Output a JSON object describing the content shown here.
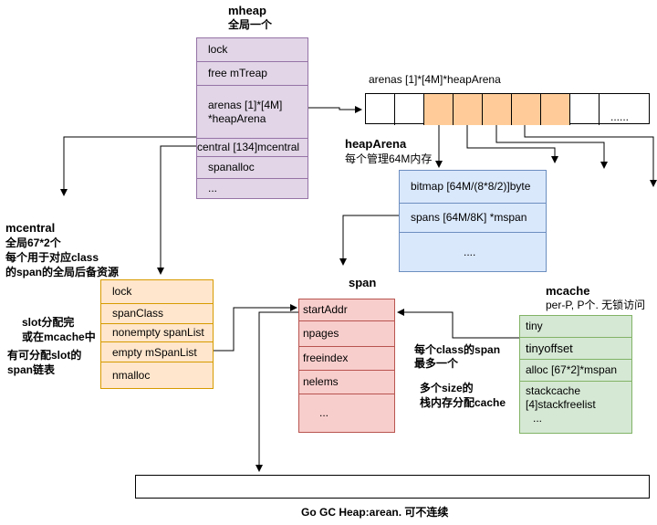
{
  "mheap": {
    "title": "mheap",
    "subtitle": "全局一个",
    "rows": [
      "lock",
      "free mTreap",
      "arenas [1]*[4M]\n*heapArena",
      "central [134]mcentral",
      "spanalloc",
      "..."
    ]
  },
  "arenas": {
    "label": "arenas [1]*[4M]*heapArena",
    "ellipsis": "......"
  },
  "heapArena": {
    "title": "heapArena",
    "subtitle": "每个管理64M内存",
    "rows": [
      "bitmap [64M/(8*8/2)]byte",
      "spans [64M/8K] *mspan",
      "...."
    ]
  },
  "mcentral": {
    "title": "mcentral",
    "line1": "全局67*2个",
    "line2": "每个用于对应class",
    "line3": "的span的全局后备资源",
    "rows": [
      "lock",
      "spanClass",
      "nonempty spanList",
      "empty mSpanList",
      "nmalloc"
    ]
  },
  "mcentral_notes": {
    "note1_line1": "slot分配完",
    "note1_line2": "或在mcache中",
    "note2_line1": "有可分配slot的",
    "note2_line2": "span链表"
  },
  "span": {
    "title": "span",
    "rows": [
      "startAddr",
      "npages",
      "freeindex",
      "nelems",
      "..."
    ]
  },
  "mcache": {
    "title": "mcache",
    "subtitle": "per-P, P个. 无锁访问",
    "rows": [
      "tiny",
      "tinyoffset",
      "alloc [67*2]*mspan",
      "stackcache\n[4]stackfreelist",
      "..."
    ]
  },
  "mcache_notes": {
    "note1_line1": "每个class的span",
    "note1_line2": "最多一个",
    "note2_line1": "多个size的",
    "note2_line2": "栈内存分配cache"
  },
  "heap": {
    "caption": "Go GC Heap:arean. 可不连续"
  },
  "colors": {
    "purple_fill": "#e1d5e7",
    "orange_fill": "#ffe6cc",
    "blue_fill": "#dae8fc",
    "red_fill": "#f8cecc",
    "green_fill": "#d5e8d4",
    "arena_highlight": "#ffcc99"
  }
}
